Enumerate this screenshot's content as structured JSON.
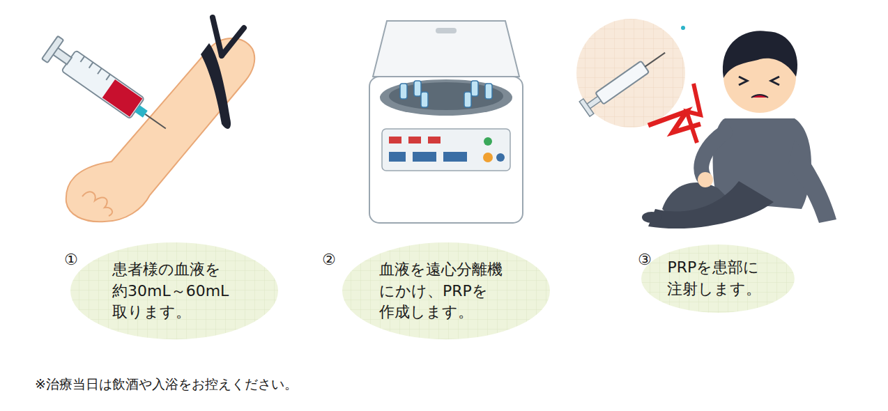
{
  "diagram": {
    "nodes": [
      {
        "text": [
          "患者様の血液を 約30mL～60mL 取ります。"
        ]
      },
      {
        "text": [
          "血液を遠心分離機 にかけ、PRPを 作成します。"
        ]
      },
      {
        "text": [
          "PRPを患部に 注射します。"
        ]
      }
    ],
    "labels": [
      "①",
      "②",
      "③",
      "※治療当日は飲酒や入浴をお控えください。"
    ]
  }
}
